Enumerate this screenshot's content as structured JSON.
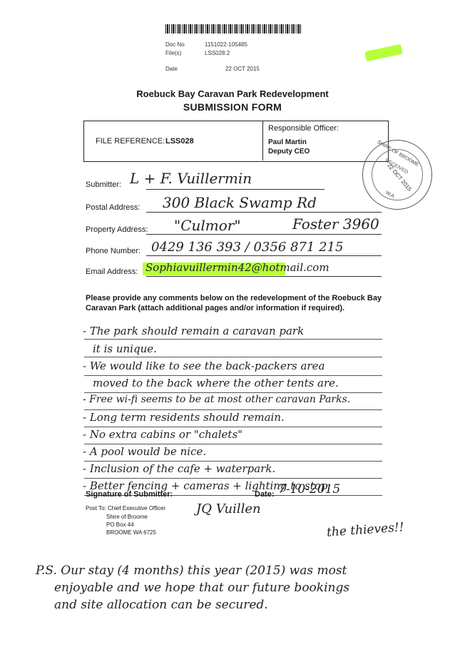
{
  "header": {
    "doc_no_label": "Doc No",
    "doc_no_value": "1151022-105485",
    "files_label": "File(s)",
    "files_value": "LSS028.2",
    "date_label": "Date",
    "date_value": "22 OCT 2015"
  },
  "title": {
    "line1": "Roebuck Bay Caravan Park Redevelopment",
    "line2": "SUBMISSION FORM"
  },
  "reference_box": {
    "file_ref_label": "FILE REFERENCE:",
    "file_ref_value": "LSS028",
    "officer_label": "Responsible Officer:",
    "officer_name": "Paul Martin",
    "officer_title": "Deputy CEO"
  },
  "stamp": {
    "top_text": "SHIRE OF BROOME",
    "received": "RECEIVED",
    "date": "22 OCT 2015",
    "bottom": "W.A."
  },
  "fields": {
    "submitter_label": "Submitter:",
    "submitter_value": "L + F. Vuillermin",
    "postal_label": "Postal Address:",
    "postal_value": "300 Black Swamp Rd",
    "property_label": "Property Address:",
    "property_value": "\"Culmor\"",
    "property_value2": "Foster 3960",
    "phone_label": "Phone Number:",
    "phone_value": "0429 136 393 / 0356 871 215",
    "email_label": "Email Address:",
    "email_value": "Sophiavuillermin42@hotmail.com"
  },
  "instructions": "Please provide any comments below on the redevelopment of the Roebuck Bay Caravan Park (attach additional pages and/or information if required).",
  "comments": [
    "- The park should remain a caravan park",
    "it is unique.",
    "- We would like to see the back-packers area",
    "moved to the back where the other tents are.",
    "- Free wi-fi seems to be at most other caravan Parks.",
    "- Long term residents should remain.",
    "- No extra cabins or \"chalets\"",
    "- A pool would be nice.",
    "- Inclusion of the cafe + waterpark.",
    "- Better fencing + cameras + lighting to stop"
  ],
  "signature": {
    "label": "Signature of Submitter:",
    "date_label": "Date:",
    "date_value": "7-10-2015",
    "sig_text": "JQ Vuillen",
    "continuation": "the thieves!!"
  },
  "post_to": {
    "label": "Post To: Chief Executive Officer",
    "lines": [
      "Shire of Broome",
      "PO Box 44",
      "BROOME WA 6725"
    ]
  },
  "postscript": [
    "P.S. Our stay (4 months) this year (2015) was most",
    "enjoyable and we hope that our future bookings",
    "and site allocation can be secured."
  ]
}
